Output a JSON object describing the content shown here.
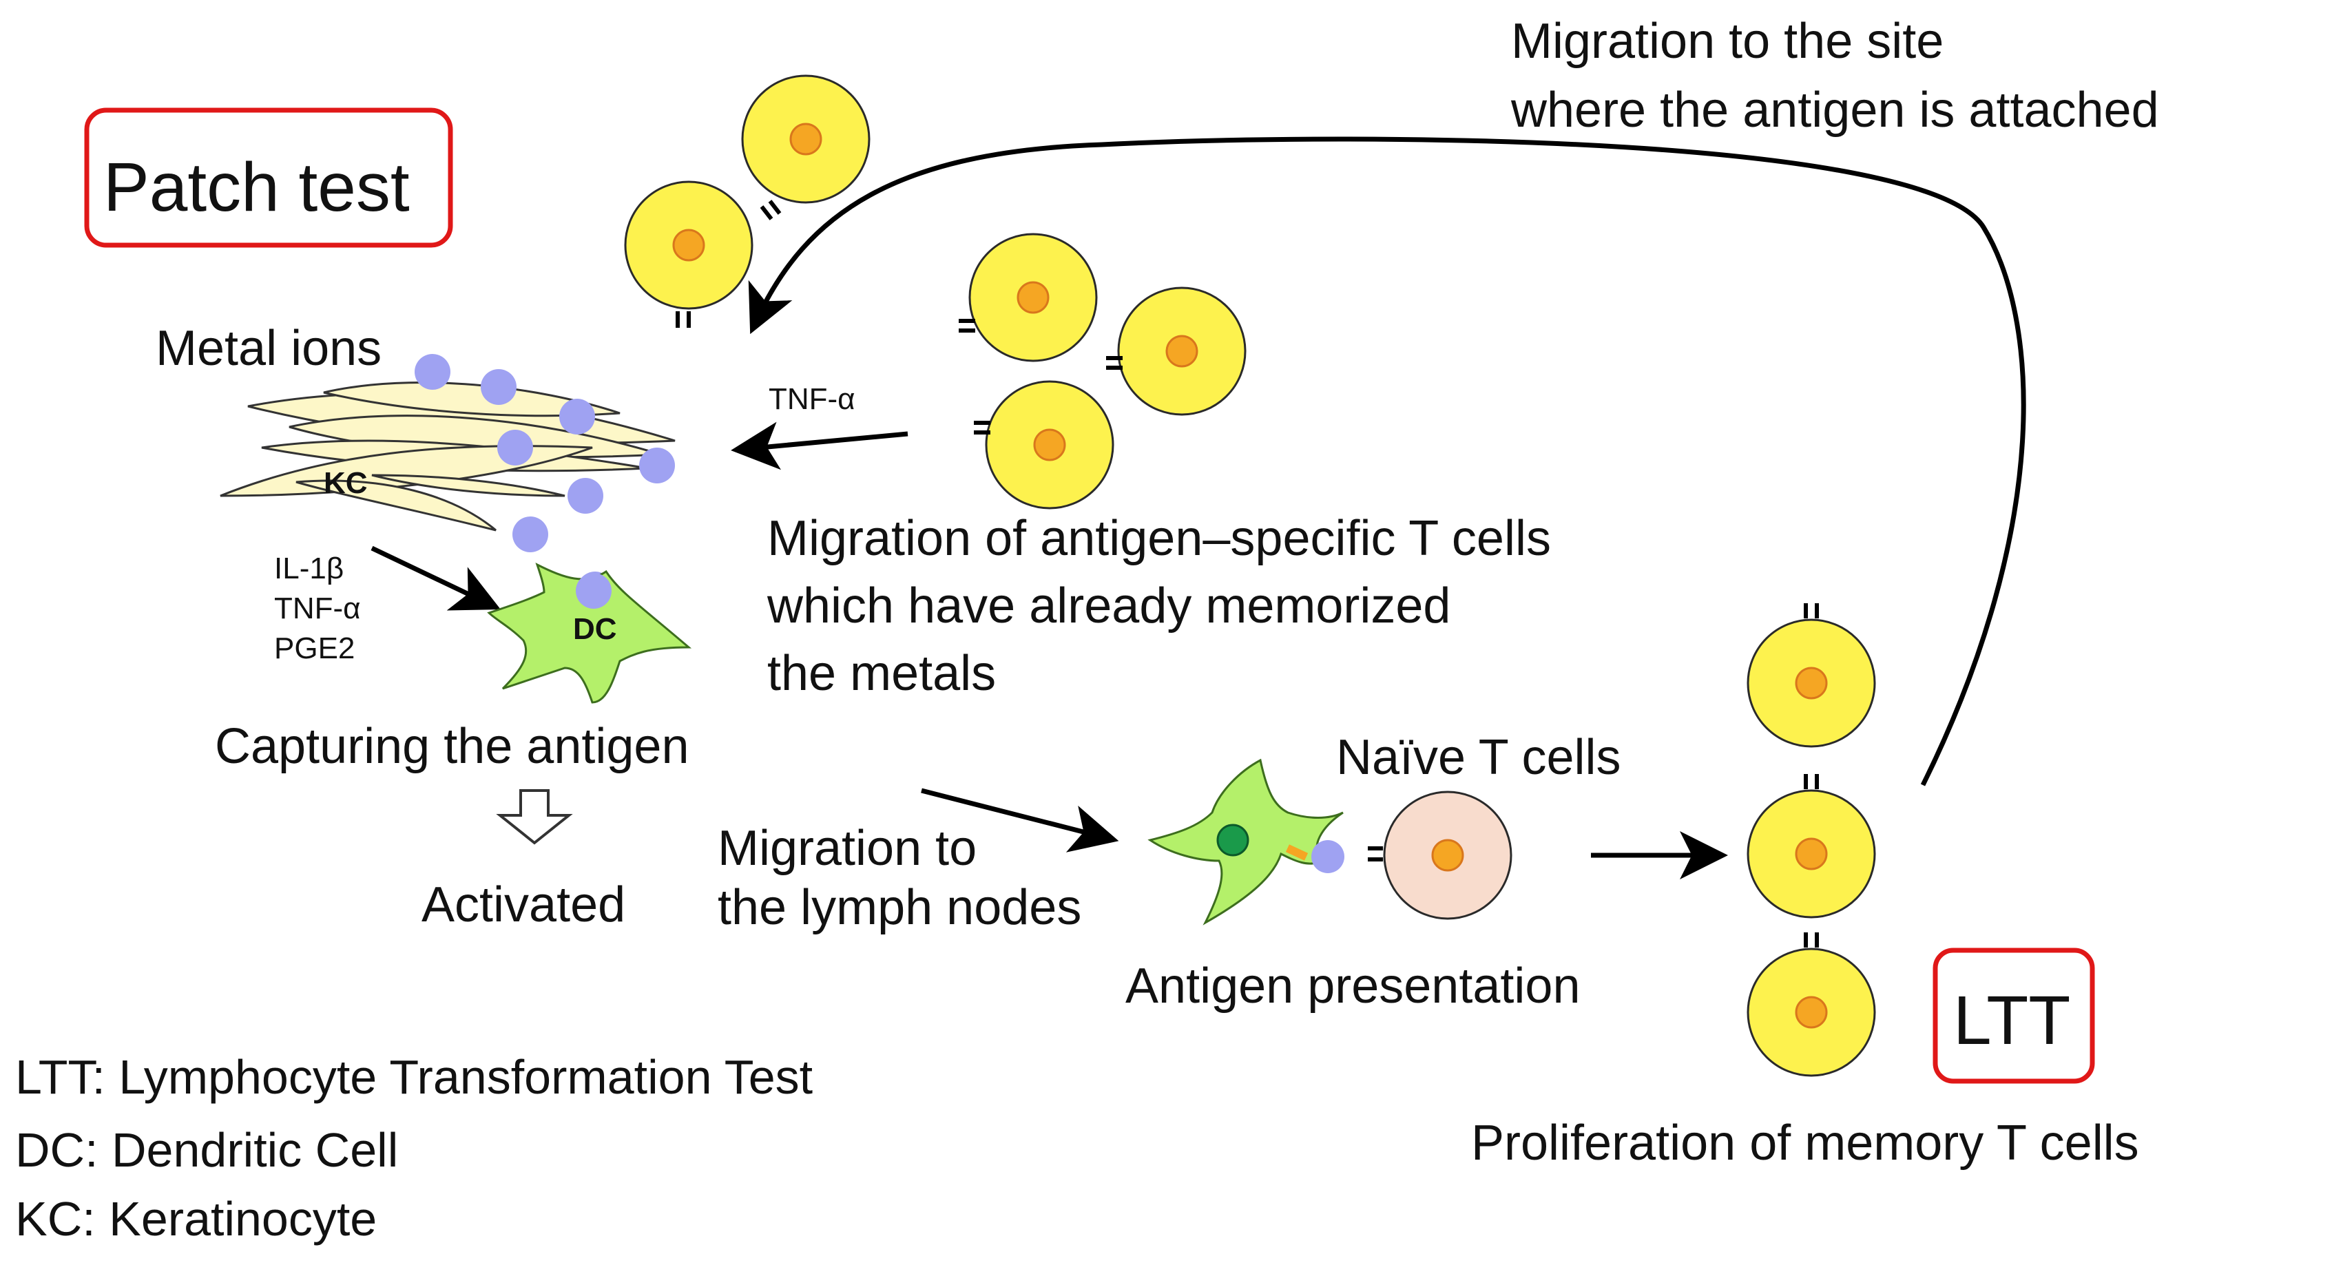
{
  "colors": {
    "t_cell_fill": "#fdf24e",
    "t_cell_stroke": "#2a2a2a",
    "nucleus_fill": "#f5a623",
    "nucleus_stroke": "#d9771c",
    "naive_fill": "#f8dccd",
    "dc_fill": "#b4f06a",
    "dc_stroke": "#3d6e1e",
    "kc_fill": "#fdf7c8",
    "metal_ion": "#9fa2f2",
    "box_red": "#e01818",
    "arrow": "#000000"
  },
  "icons": [
    "t-cell-icon",
    "naive-t-cell-icon",
    "dendritic-cell-icon",
    "keratinocyte-icon",
    "metal-ion-icon",
    "receptor-icon",
    "hollow-down-arrow-icon"
  ],
  "labels": {
    "patch_test": "Patch test",
    "ltt": "LTT",
    "metal_ions": "Metal ions",
    "kc": "KC",
    "dc": "DC",
    "tnf_alpha_top": "TNF-α",
    "cytokines": [
      "IL-1β",
      "TNF-α",
      "PGE2"
    ],
    "capturing": "Capturing the antigen",
    "activated": "Activated",
    "migration_lymph": [
      "Migration to",
      "the lymph nodes"
    ],
    "naive_t_cells": "Naïve T cells",
    "antigen_presentation": "Antigen presentation",
    "migration_specific": [
      "Migration of antigen–specific T cells",
      "which have already memorized",
      "the metals"
    ],
    "migration_site": [
      "Migration to the site",
      "where the antigen is attached"
    ],
    "proliferation": "Proliferation of memory T cells"
  },
  "legend": [
    "LTT: Lymphocyte Transformation Test",
    "DC: Dendritic Cell",
    "KC: Keratinocyte"
  ]
}
